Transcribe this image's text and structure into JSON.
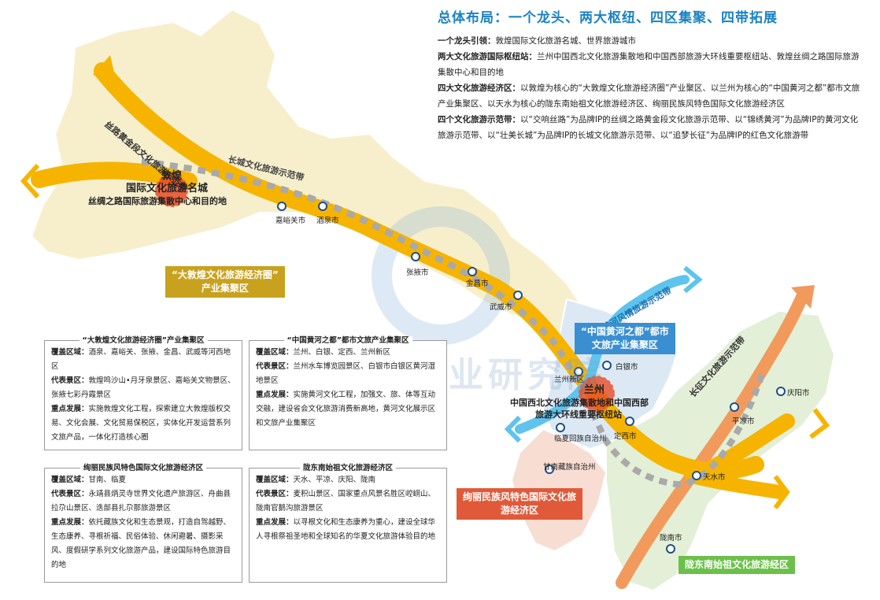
{
  "title": "总体布局：一个龙头、两大枢纽、四区集聚、四带拓展",
  "intro": [
    {
      "label": "一个龙头引领：",
      "text": "敦煌国际文化旅游名城、世界旅游城市"
    },
    {
      "label": "两大文化旅游国际枢纽站：",
      "text": "兰州中国西北文化旅游集散地和中国西部旅游大环线重要枢纽站、敦煌丝绸之路国际旅游集散中心和目的地"
    },
    {
      "label": "四大文化旅游经济区：",
      "text": "以敦煌为核心的“大敦煌文化旅游经济圈”产业聚区、以兰州为核心的“中国黄河之都”都市文旅产业集聚区、以天水为核心的陇东南始祖文化旅游经济区、绚丽民族风特色国际文化旅游经济区"
    },
    {
      "label": "四个文化旅游示范带：",
      "text": "以“交响丝路”为品牌IP的丝绸之路黄金段文化旅游示范带、以“锦绣黄河”为品牌IP的黄河文化旅游示范带、以“壮美长城”为品牌IP的长城文化旅游示范带、以“追梦长征”为品牌IP的红色文化旅游带"
    }
  ],
  "belts": {
    "silk_road": "丝路黄金段文化旅游示范带",
    "great_wall": "长城文化旅游示范带",
    "yellow_river": "黄河风情旅游示范带",
    "long_march": "长征文化旅游示范带"
  },
  "hubs": {
    "dunhuang": {
      "name": "敦煌",
      "line1": "国际文化旅游名城",
      "line2": "丝绸之路国际旅游集散中心和目的地"
    },
    "lanzhou": {
      "name": "兰州",
      "line1": "中国西北文化旅游集散地和中国西部",
      "line2": "旅游大环线重要枢纽站"
    }
  },
  "cities": [
    "嘉峪关市",
    "酒泉市",
    "张掖市",
    "金昌市",
    "武威市",
    "兰州新区",
    "白银市",
    "定西市",
    "临夏回族自治州",
    "甘南藏族自治州",
    "天水市",
    "平凉市",
    "庆阳市",
    "陇南市"
  ],
  "zone_tags": {
    "dunhuang_circle": {
      "line1": "“大敦煌文化旅游经济圈”",
      "line2": "产业集聚区",
      "color": "#c8a21f"
    },
    "yellow_river_capital": {
      "line1": "“中国黄河之都”都市",
      "line2": "文旅产业集聚区",
      "color": "#3a8fd2"
    },
    "ethnic": {
      "line1": "绚丽民族风特色国际文化旅",
      "line2": "游经济区",
      "color": "#e05a3a"
    },
    "longdongnan": {
      "line1": "陇东南始祖文化旅游经区",
      "line2": "",
      "color": "#6cc04a"
    }
  },
  "panels": [
    {
      "title": "“大敦煌文化旅游经济圈”产业集聚区",
      "rows": [
        {
          "k": "覆盖区域：",
          "v": "酒泉、嘉峪关、张掖、金昌、武威等河西地区"
        },
        {
          "k": "代表景区：",
          "v": "敦煌鸣沙山•月牙泉景区、嘉峪关文物景区、张掖七彩丹霞景区"
        },
        {
          "k": "重点发展：",
          "v": "实施敦煌文化工程，探索建立大敦煌版权交易、文化会展、文化贸易保税区，实体化开发运营系列文旅产品，一体化打造核心圈"
        }
      ]
    },
    {
      "title": "“中国黄河之都”都市文旅产业集聚区",
      "rows": [
        {
          "k": "覆盖区域：",
          "v": "兰州、白银、定西、兰州新区"
        },
        {
          "k": "代表景区：",
          "v": "兰州水车博览园景区、白银市白银区黄河湿地景区"
        },
        {
          "k": "重点发展：",
          "v": "实施黄河文化工程，加强文、旅、体等互动交融，建设省会文化旅游消费新高地，黄河文化展示区和文旅产业集聚区"
        }
      ]
    },
    {
      "title": "绚丽民族风特色国际文化旅游经济区",
      "rows": [
        {
          "k": "覆盖区域：",
          "v": "甘南、临夏"
        },
        {
          "k": "代表景区：",
          "v": "永靖县炳灵寺世界文化遗产旅游区、舟曲县拉尕山景区、迭部县扎尕那旅游景区"
        },
        {
          "k": "重点发展：",
          "v": "依托藏族文化和生态景观，打造自驾越野、生态康养、寻根祈福、民俗体验、休闲避暑、摄影采风、度假研学系列文化旅游产品，建设国际特色旅游目的地"
        }
      ]
    },
    {
      "title": "陇东南始祖文化旅游经济区",
      "rows": [
        {
          "k": "覆盖区域：",
          "v": "天水、平凉、庆阳、陇南"
        },
        {
          "k": "代表景区：",
          "v": "麦积山景区、国家重点风景名胜区崆峒山、陇南官鹅沟旅游景区"
        },
        {
          "k": "重点发展：",
          "v": "以寻根文化和生态康养为重心，建设全球华人寻根祭祖圣地和全球知名的华夏文化旅游体验目的地"
        }
      ]
    }
  ],
  "watermark": "中商产业研究院",
  "colors": {
    "title": "#1a82c3",
    "silk_road_belt": "#f6b400",
    "great_wall_belt": "#a9a9a9",
    "yellow_river_belt": "#5ec4ee",
    "long_march_belt": "#f19a5c",
    "hub": "#e84b25"
  }
}
